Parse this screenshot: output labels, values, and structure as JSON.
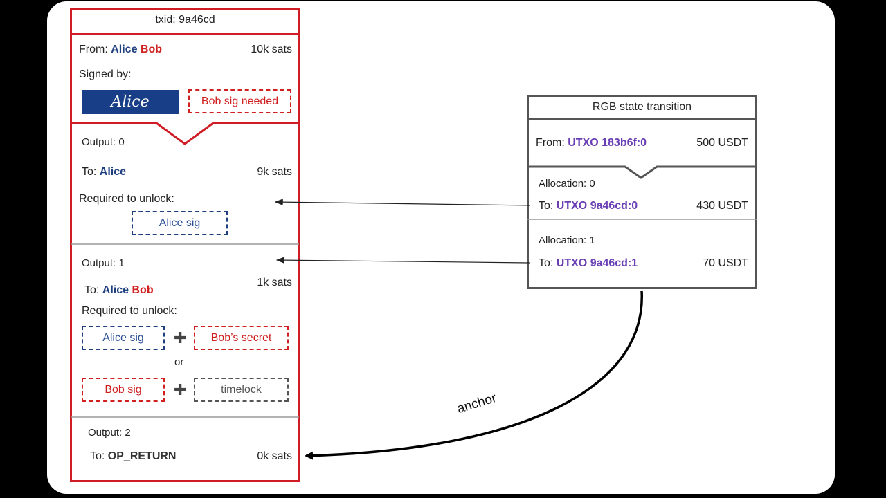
{
  "tx": {
    "txid": "txid: 9a46cd",
    "from_label": "From:",
    "from_alice": "Alice",
    "from_bob": "Bob",
    "amount": "10k sats",
    "signed_by": "Signed by:",
    "alice_signature": "Alice",
    "bob_sig_needed": "Bob sig needed",
    "outputs": [
      {
        "title": "Output: 0",
        "to_label": "To:",
        "to_alice": "Alice",
        "amount": "9k sats",
        "required": "Required to unlock:",
        "alice_sig": "Alice sig"
      },
      {
        "title": "Output: 1",
        "to_label": "To:",
        "to_alice": "Alice",
        "to_bob": "Bob",
        "amount": "1k sats",
        "required": "Required to unlock:",
        "alice_sig": "Alice sig",
        "bobs_secret": "Bob’s secret",
        "or": "or",
        "bob_sig": "Bob sig",
        "timelock": "timelock"
      },
      {
        "title": "Output: 2",
        "to_label": "To:",
        "to_target": "OP_RETURN",
        "amount": "0k sats"
      }
    ]
  },
  "rgb": {
    "title": "RGB state transition",
    "from_label": "From:",
    "from_utxo": "UTXO 183b6f:0",
    "from_amount": "500 USDT",
    "allocations": [
      {
        "title": "Allocation: 0",
        "to_label": "To:",
        "utxo": "UTXO 9a46cd:0",
        "amount": "430 USDT"
      },
      {
        "title": "Allocation: 1",
        "to_label": "To:",
        "utxo": "UTXO 9a46cd:1",
        "amount": "70 USDT"
      }
    ]
  },
  "anchor_label": "anchor",
  "colors": {
    "tx_border": "#d01c24",
    "rgb_border": "#555555",
    "alice_blue": "#1f3f7f",
    "bob_red": "#d02020",
    "utxo_purple": "#6a3fb5"
  }
}
